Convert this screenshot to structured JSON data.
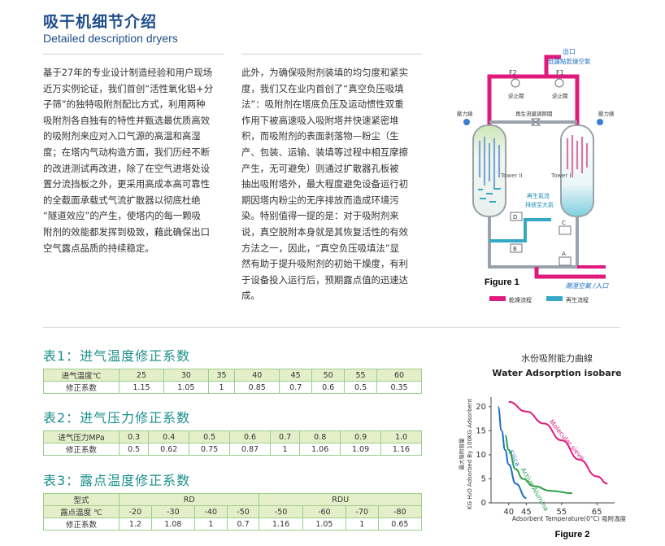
{
  "header": {
    "title_zh": "吸干机细节介绍",
    "title_en": "Detailed description dryers"
  },
  "body": {
    "col1_lines": [
      "基于27年的专业设计制造经验和用户现场",
      "近万实例论证，我们首创“活性氧化铝+分",
      "子筛”的独特吸附剂配比方式，利用两种",
      "吸附剂各自独有的特性并甄选最优质高效",
      "的吸附剂来应对入口气源的高温和高湿",
      "度；在塔内气动构造方面，我们历经不断",
      "的改进测试再改进，除了在空气进塔处设",
      "置分流挡板之外，更采用高成本高可靠性",
      "的全截面承载式气流扩散器以彻底杜绝",
      "“隧道效应”的产生，使塔内的每一颗吸",
      "附剂的效能都发挥到极致，藉此确保出口",
      "空气露点品质的持续稳定。"
    ],
    "col2_lines": [
      "此外，为确保吸附剂装填的均匀度和紧实",
      "度，我们又在业内首创了“真空负压吸填",
      "法”：吸附剂在塔底负压及运动惯性双重",
      "作用下被高速吸入吸附塔并快速紧密堆",
      "积，而吸附剂的表面剥落物—粉尘（生",
      "产、包装、运输、装填等过程中相互摩擦",
      "产生，无可避免）则通过扩散器孔板被",
      "抽出吸附塔外，最大程度避免设备运行初",
      "期因塔内粉尘的无序排放而造成环境污",
      "染。特别值得一提的是：对于吸附剂来",
      "说，真空脱附本身就是其恢复活性的有效",
      "方法之一，因此，“真空负压吸填法”显",
      "然有助于提升吸附剂的初始干燥度，有利",
      "于设备投入运行后，预期露点值的迅速达",
      "成。"
    ]
  },
  "figure1": {
    "outlet_line1": "出口",
    "outlet_line2": "低露點乾燥空氣",
    "f2": "F2",
    "f1": "F1",
    "check_valve_left": "逆止閥",
    "check_valve_right": "逆止閥",
    "gauge_left": "壓力錶",
    "gauge_right": "壓力錶",
    "regen_valve": "再生流量調節閥",
    "tower2": "Tower II",
    "tower1": "Tower I",
    "regen_exhaust_line1": "再生氣流",
    "regen_exhaust_line2": "排放至大氣",
    "valve_d": "D",
    "valve_c": "C",
    "valve_b": "B",
    "valve_a": "A",
    "inlet": "潮溼空氣 /入口",
    "caption": "Figure 1",
    "legend": [
      {
        "label": "乾燥流程",
        "color": "#e0197d"
      },
      {
        "label": "再生流程",
        "color": "#35a8c8"
      }
    ]
  },
  "table1": {
    "title": "表1：进气温度修正系数",
    "header_label": "进气温度℃",
    "headers": [
      "25",
      "30",
      "35",
      "40",
      "45",
      "50",
      "55",
      "60"
    ],
    "row_label": "修正系数",
    "values": [
      "1.15",
      "1.05",
      "1",
      "0.85",
      "0.7",
      "0.6",
      "0.5",
      "0.35"
    ]
  },
  "table2": {
    "title": "表2：进气压力修正系数",
    "header_label": "进气压力MPa",
    "headers": [
      "0.3",
      "0.4",
      "0.5",
      "0.6",
      "0.7",
      "0.8",
      "0.9",
      "1.0"
    ],
    "row_label": "修正系数",
    "values": [
      "0.5",
      "0.62",
      "0.75",
      "0.87",
      "1",
      "1.06",
      "1.09",
      "1.16"
    ]
  },
  "table3": {
    "title": "表3：露点温度修正系数",
    "type_label": "型式",
    "group_rd": "RD",
    "group_rdu": "RDU",
    "dew_label": "露点温度 ℃",
    "dew_values": [
      "-20",
      "-30",
      "-40",
      "-50",
      "-50",
      "-60",
      "-70",
      "-80"
    ],
    "row_label": "修正系数",
    "values": [
      "1.2",
      "1.08",
      "1",
      "0.7",
      "1.16",
      "1.05",
      "1",
      "0.65"
    ]
  },
  "chart_data": {
    "type": "line",
    "title_zh": "水份吸附能力曲線",
    "title": "Water Adsorption isobare",
    "ylabel_zh": "最大吸附容量",
    "ylabel": "KG H₂O Adsorbed By 100KG Adsorbent",
    "xlabel": "Adsorbent Temperature(0°C) 吸附溫度",
    "caption": "Figure 2",
    "x_ticks": [
      "40",
      "45",
      "55",
      "65"
    ],
    "y_ticks": [
      "20",
      "15",
      "10",
      "5",
      "0"
    ],
    "xlim": [
      35,
      70
    ],
    "ylim": [
      0,
      22
    ],
    "series": [
      {
        "name": "Silica",
        "color": "#1b6fc6",
        "x": [
          37,
          38,
          39,
          40,
          42,
          45
        ],
        "y": [
          20,
          15,
          11,
          8,
          4,
          1
        ]
      },
      {
        "name": "Active Alumina",
        "color": "#2aa04a",
        "x": [
          39,
          40,
          42,
          44,
          47,
          52,
          58
        ],
        "y": [
          14,
          11,
          7,
          5,
          3.5,
          2.5,
          2
        ]
      },
      {
        "name": "Molecular sieve",
        "color": "#e0197d",
        "x": [
          40,
          45,
          50,
          55,
          60,
          65,
          68
        ],
        "y": [
          21,
          19,
          16.5,
          13,
          9,
          5.5,
          4
        ]
      }
    ]
  }
}
